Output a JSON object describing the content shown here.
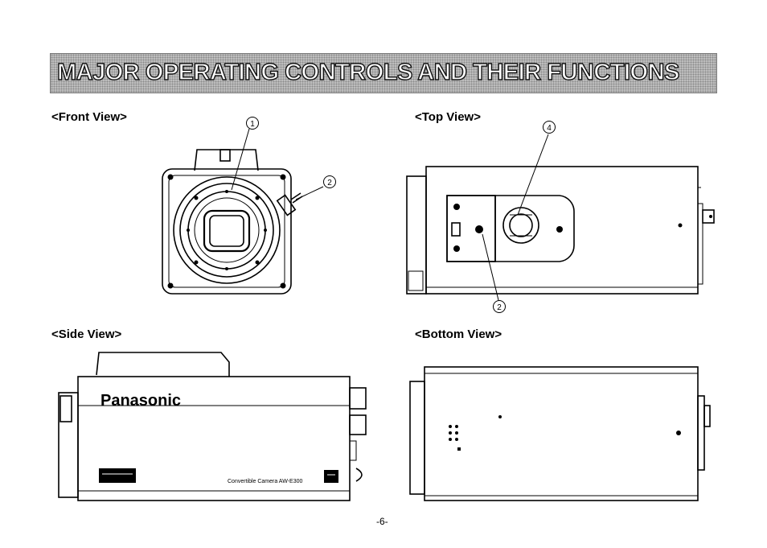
{
  "header": {
    "title": "MAJOR OPERATING CONTROLS AND THEIR FUNCTIONS"
  },
  "views": {
    "front": {
      "label": "<Front View>"
    },
    "top": {
      "label": "<Top View>"
    },
    "side": {
      "label": "<Side View>"
    },
    "bottom": {
      "label": "<Bottom View>"
    }
  },
  "callouts": {
    "c1": "1",
    "c2": "2",
    "c3": "2",
    "c4": "4"
  },
  "side_view": {
    "brand": "Panasonic",
    "model_text": "Convertible Camera AW-E300"
  },
  "footer": {
    "page_number": "-6-"
  }
}
